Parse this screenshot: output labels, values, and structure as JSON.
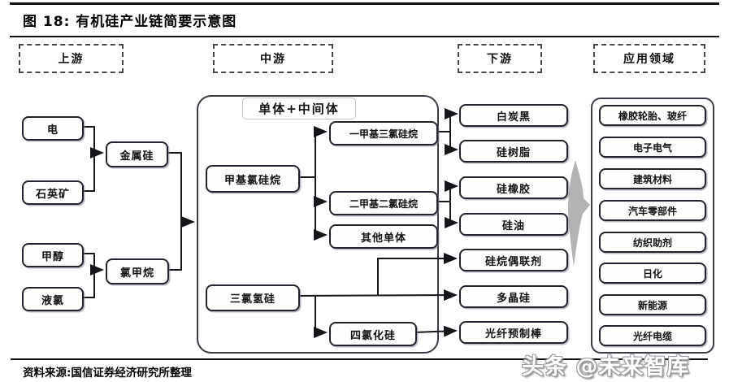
{
  "title": "图 18: 有机硅产业链简要示意图",
  "source": "资料来源:国信证券经济研究所整理",
  "watermark": "头条 @未来智库",
  "headers": {
    "upstream": "上游",
    "midstream": "中游",
    "downstream": "下游",
    "application": "应用领域"
  },
  "upstream": {
    "electricity": "电",
    "quartz_ore": "石英矿",
    "metal_silicon": "金属硅",
    "methanol": "甲醇",
    "liquid_chlorine": "液氯",
    "methyl_chloride": "氯甲烷"
  },
  "midstream": {
    "container_label": "单体+中间体",
    "methyl_chlorosilane": "甲基氯硅烷",
    "monomethyl_trichlorosilane": "一甲基三氯硅烷",
    "dimethyl_dichlorosilane": "二甲基二氯硅烷",
    "other_monomers": "其他单体",
    "trichlorosilane": "三氯氢硅",
    "silicon_tetrachloride": "四氯化硅"
  },
  "downstream": {
    "items": [
      "白炭黑",
      "硅树脂",
      "硅橡胶",
      "硅油",
      "硅烷偶联剂",
      "多晶硅",
      "光纤预制棒"
    ]
  },
  "application": {
    "items": [
      "橡胶轮胎、玻纤",
      "电子电气",
      "建筑材料",
      "汽车零部件",
      "纺织助剂",
      "日化",
      "新能源",
      "光纤电缆"
    ]
  },
  "colors": {
    "line": "#15151a",
    "flow_arrow_gray": "#b3b3b3"
  }
}
